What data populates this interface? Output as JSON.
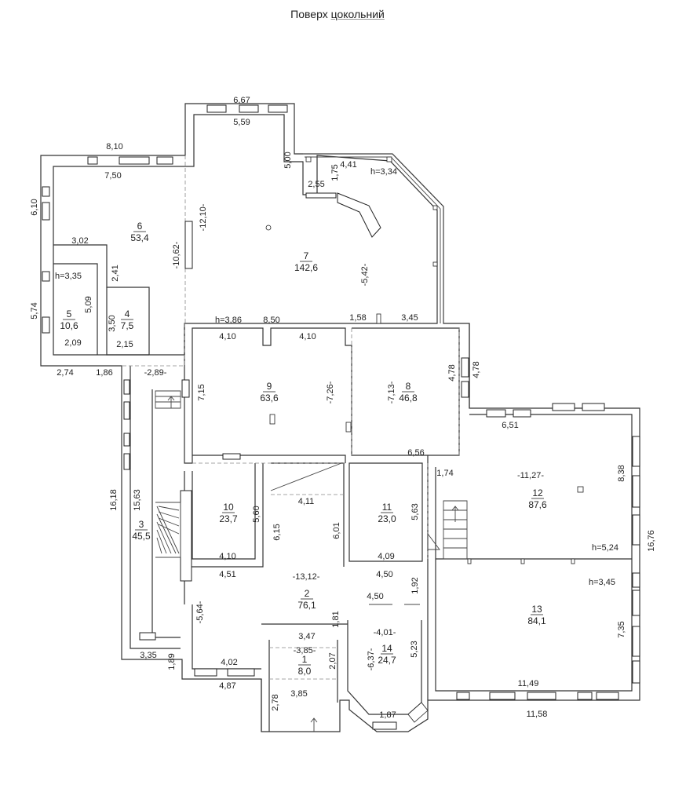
{
  "title_prefix": "Поверх",
  "title_underlined": "цокольний",
  "rooms": [
    {
      "no": "1",
      "area": "8,0"
    },
    {
      "no": "2",
      "area": "76,1"
    },
    {
      "no": "3",
      "area": "45,5"
    },
    {
      "no": "4",
      "area": "7,5"
    },
    {
      "no": "5",
      "area": "10,6"
    },
    {
      "no": "6",
      "area": "53,4"
    },
    {
      "no": "7",
      "area": "142,6"
    },
    {
      "no": "8",
      "area": "46,8"
    },
    {
      "no": "9",
      "area": "63,6"
    },
    {
      "no": "10",
      "area": "23,7"
    },
    {
      "no": "11",
      "area": "23,0"
    },
    {
      "no": "12",
      "area": "87,6"
    },
    {
      "no": "13",
      "area": "84,1"
    },
    {
      "no": "14",
      "area": "24,7"
    }
  ],
  "heights": [
    "h=3,34",
    "h=3,35",
    "h=3,86",
    "h=5,24",
    "h=3,45"
  ],
  "dimensions": [
    "6,67",
    "5,59",
    "8,10",
    "7,50",
    "6,10",
    "5,00",
    "4,41",
    "1,75",
    "2,55",
    "3,02",
    "-12,10-",
    "-10,62-",
    "2,41",
    "5,74",
    "5,09",
    "3,50",
    "2,09",
    "2,15",
    "2,74",
    "1,86",
    "-2,89-",
    "-5,42-",
    "8,50",
    "1,58",
    "3,45",
    "4,10",
    "4,10",
    "4,78",
    "4,78",
    "7,15",
    "-7,26-",
    "-7,13-",
    "6,51",
    "6,56",
    "1,74",
    "-11,27-",
    "8,38",
    "16,18",
    "15,63",
    "5,60",
    "4,11",
    "6,15",
    "6,01",
    "5,63",
    "4,10",
    "4,09",
    "4,51",
    "4,50",
    "-13,12-",
    "1,92",
    "16,76",
    "-5,64-",
    "4,50",
    "1,81",
    "3,47",
    "-3,85-",
    "-4,01-",
    "7,35",
    "2,07",
    "-6,37-",
    "5,23",
    "3,35",
    "1,89",
    "4,02",
    "4,87",
    "2,78",
    "3,85",
    "1,87",
    "11,49",
    "11,58"
  ]
}
